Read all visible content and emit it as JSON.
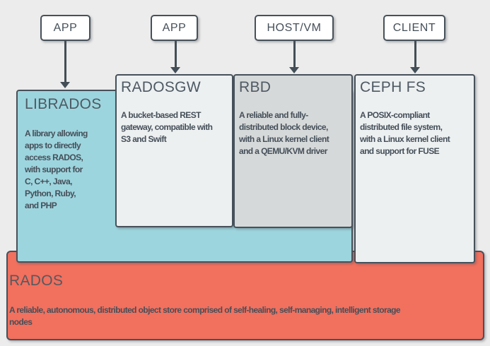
{
  "top_nodes": [
    {
      "label": "APP"
    },
    {
      "label": "APP"
    },
    {
      "label": "HOST/VM"
    },
    {
      "label": "CLIENT"
    }
  ],
  "components": {
    "librados": {
      "title": "LIBRADOS",
      "body": "A library allowing\napps to directly\naccess RADOS,\nwith support for\nC, C++, Java,\nPython, Ruby,\nand PHP"
    },
    "radosgw": {
      "title": "RADOSGW",
      "body": "A bucket-based REST\ngateway, compatible with\nS3 and Swift"
    },
    "rbd": {
      "title": "RBD",
      "body": "A reliable and fully-\ndistributed block device,\nwith a Linux kernel client\nand a QEMU/KVM driver"
    },
    "cephfs": {
      "title": "CEPH FS",
      "body": "A POSIX-compliant\ndistributed file system,\nwith a Linux kernel client\nand support for FUSE"
    },
    "rados": {
      "title": "RADOS",
      "body": "A reliable, autonomous, distributed object store comprised of self-healing, self-managing, intelligent storage\nnodes"
    }
  },
  "colors": {
    "background": "#ececec",
    "librados_fill": "#9dd5de",
    "radosgw_fill": "#edf0f1",
    "rbd_fill": "#d6d9d9",
    "cephfs_fill": "#edf0f1",
    "rados_fill": "#f2705e",
    "node_fill": "#ffffff",
    "box_border": "#47515a",
    "arrow": "#434e57",
    "title_text": "#4e5963",
    "body_text": "#454f59"
  }
}
